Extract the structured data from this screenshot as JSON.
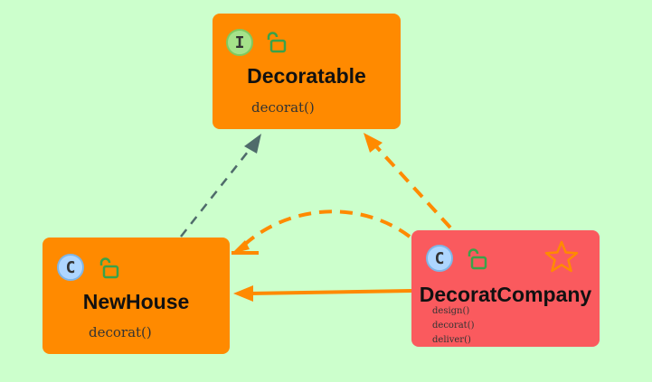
{
  "colors": {
    "background": "#ccffcc",
    "node_orange": "#ff8a00",
    "node_red": "#fa5a5e",
    "edge_dependency": "#4f6b6b",
    "edge_orange": "#ff8a00"
  },
  "nodes": {
    "decoratable": {
      "kind": "I",
      "icon": "interface-icon",
      "visibility_icon": "unlock-icon",
      "name": "Decoratable",
      "methods": [
        "decorat()"
      ]
    },
    "newhouse": {
      "kind": "C",
      "icon": "class-icon",
      "visibility_icon": "unlock-icon",
      "name": "NewHouse",
      "methods": [
        "decorat()"
      ]
    },
    "decoratcompany": {
      "kind": "C",
      "icon": "class-icon",
      "visibility_icon": "unlock-icon",
      "marker_icon": "star-icon",
      "name": "DecoratCompany",
      "methods": [
        "design()",
        "decorat()",
        "deliver()"
      ]
    }
  },
  "edges": [
    {
      "from": "NewHouse",
      "to": "Decoratable",
      "style": "dashed",
      "color": "#4f6b6b"
    },
    {
      "from": "DecoratCompany",
      "to": "Decoratable",
      "style": "dashed",
      "color": "#ff8a00"
    },
    {
      "from": "DecoratCompany",
      "to": "NewHouse",
      "style": "dashed-curved",
      "color": "#ff8a00"
    },
    {
      "from": "DecoratCompany",
      "to": "NewHouse",
      "style": "solid",
      "color": "#ff8a00"
    }
  ]
}
